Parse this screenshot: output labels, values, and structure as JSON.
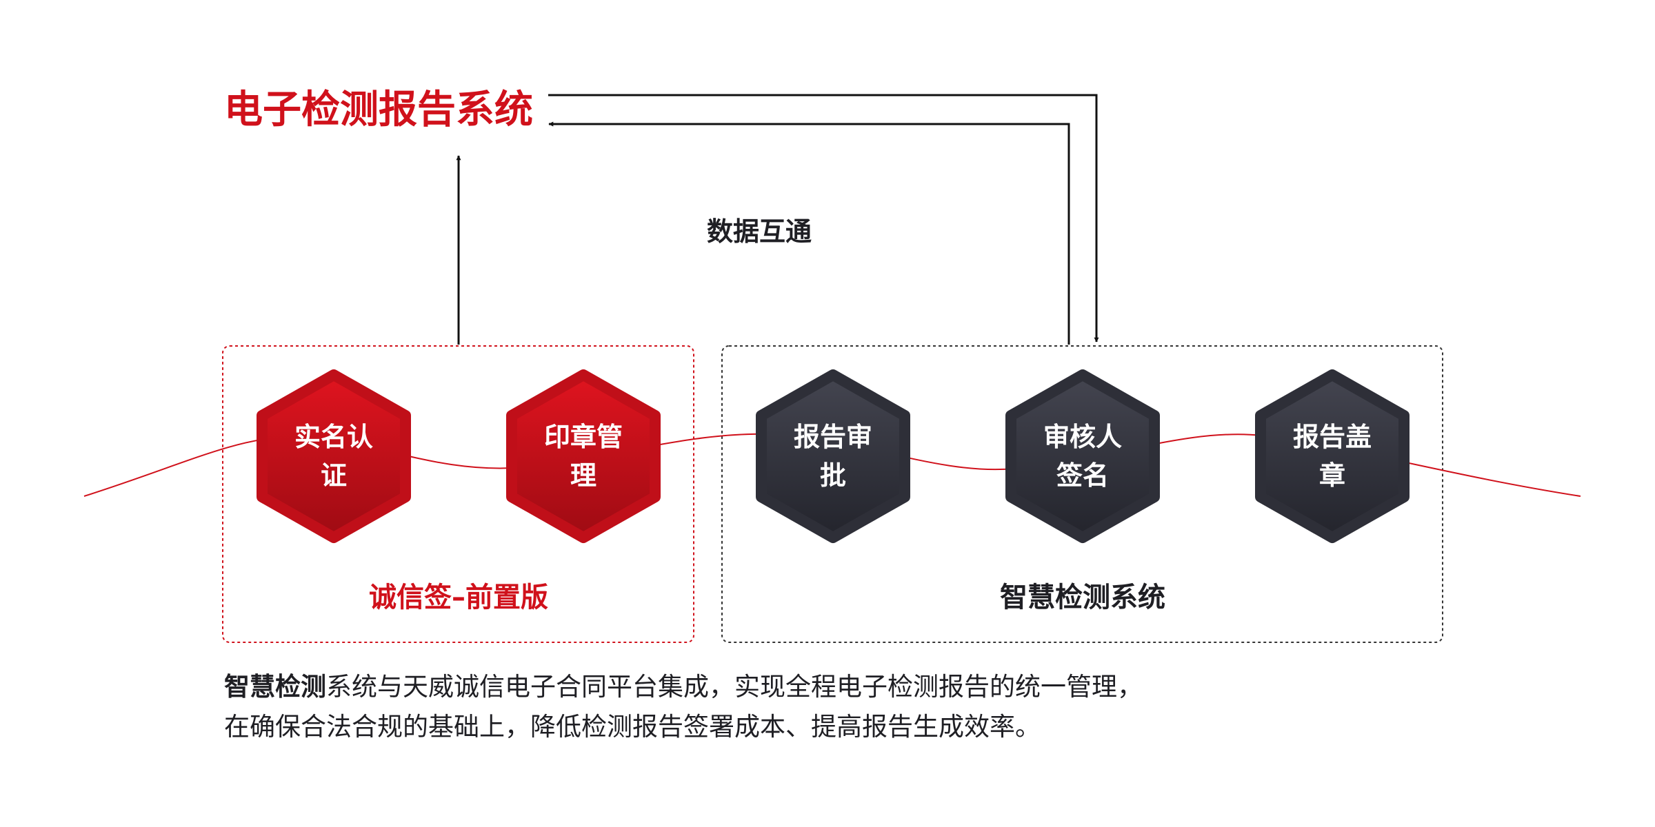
{
  "diagram": {
    "top_system": "电子检测报告系统",
    "link_label": "数据互通",
    "groups": [
      {
        "label": "诚信签–前置版",
        "color": "#d0111b"
      },
      {
        "label": "智慧检测系统",
        "color": "#1f1f24"
      }
    ],
    "nodes": [
      {
        "line1": "实名认",
        "line2": "证",
        "group": 0
      },
      {
        "line1": "印章管",
        "line2": "理",
        "group": 0
      },
      {
        "line1": "报告审",
        "line2": "批",
        "group": 1
      },
      {
        "line1": "审核人",
        "line2": "签名",
        "group": 1
      },
      {
        "line1": "报告盖",
        "line2": "章",
        "group": 1
      }
    ],
    "description": {
      "line1_bold": "智慧检测",
      "line1_rest": "系统与天威诚信电子合同平台集成，实现全程电子检测报告的统一管理，",
      "line2": "在确保合法合规的基础上，降低检测报告签署成本、提高报告生成效率。"
    }
  },
  "colors": {
    "accent_red": "#d0111b",
    "dark_node": "#34353f",
    "text_dark": "#1f1f24"
  }
}
